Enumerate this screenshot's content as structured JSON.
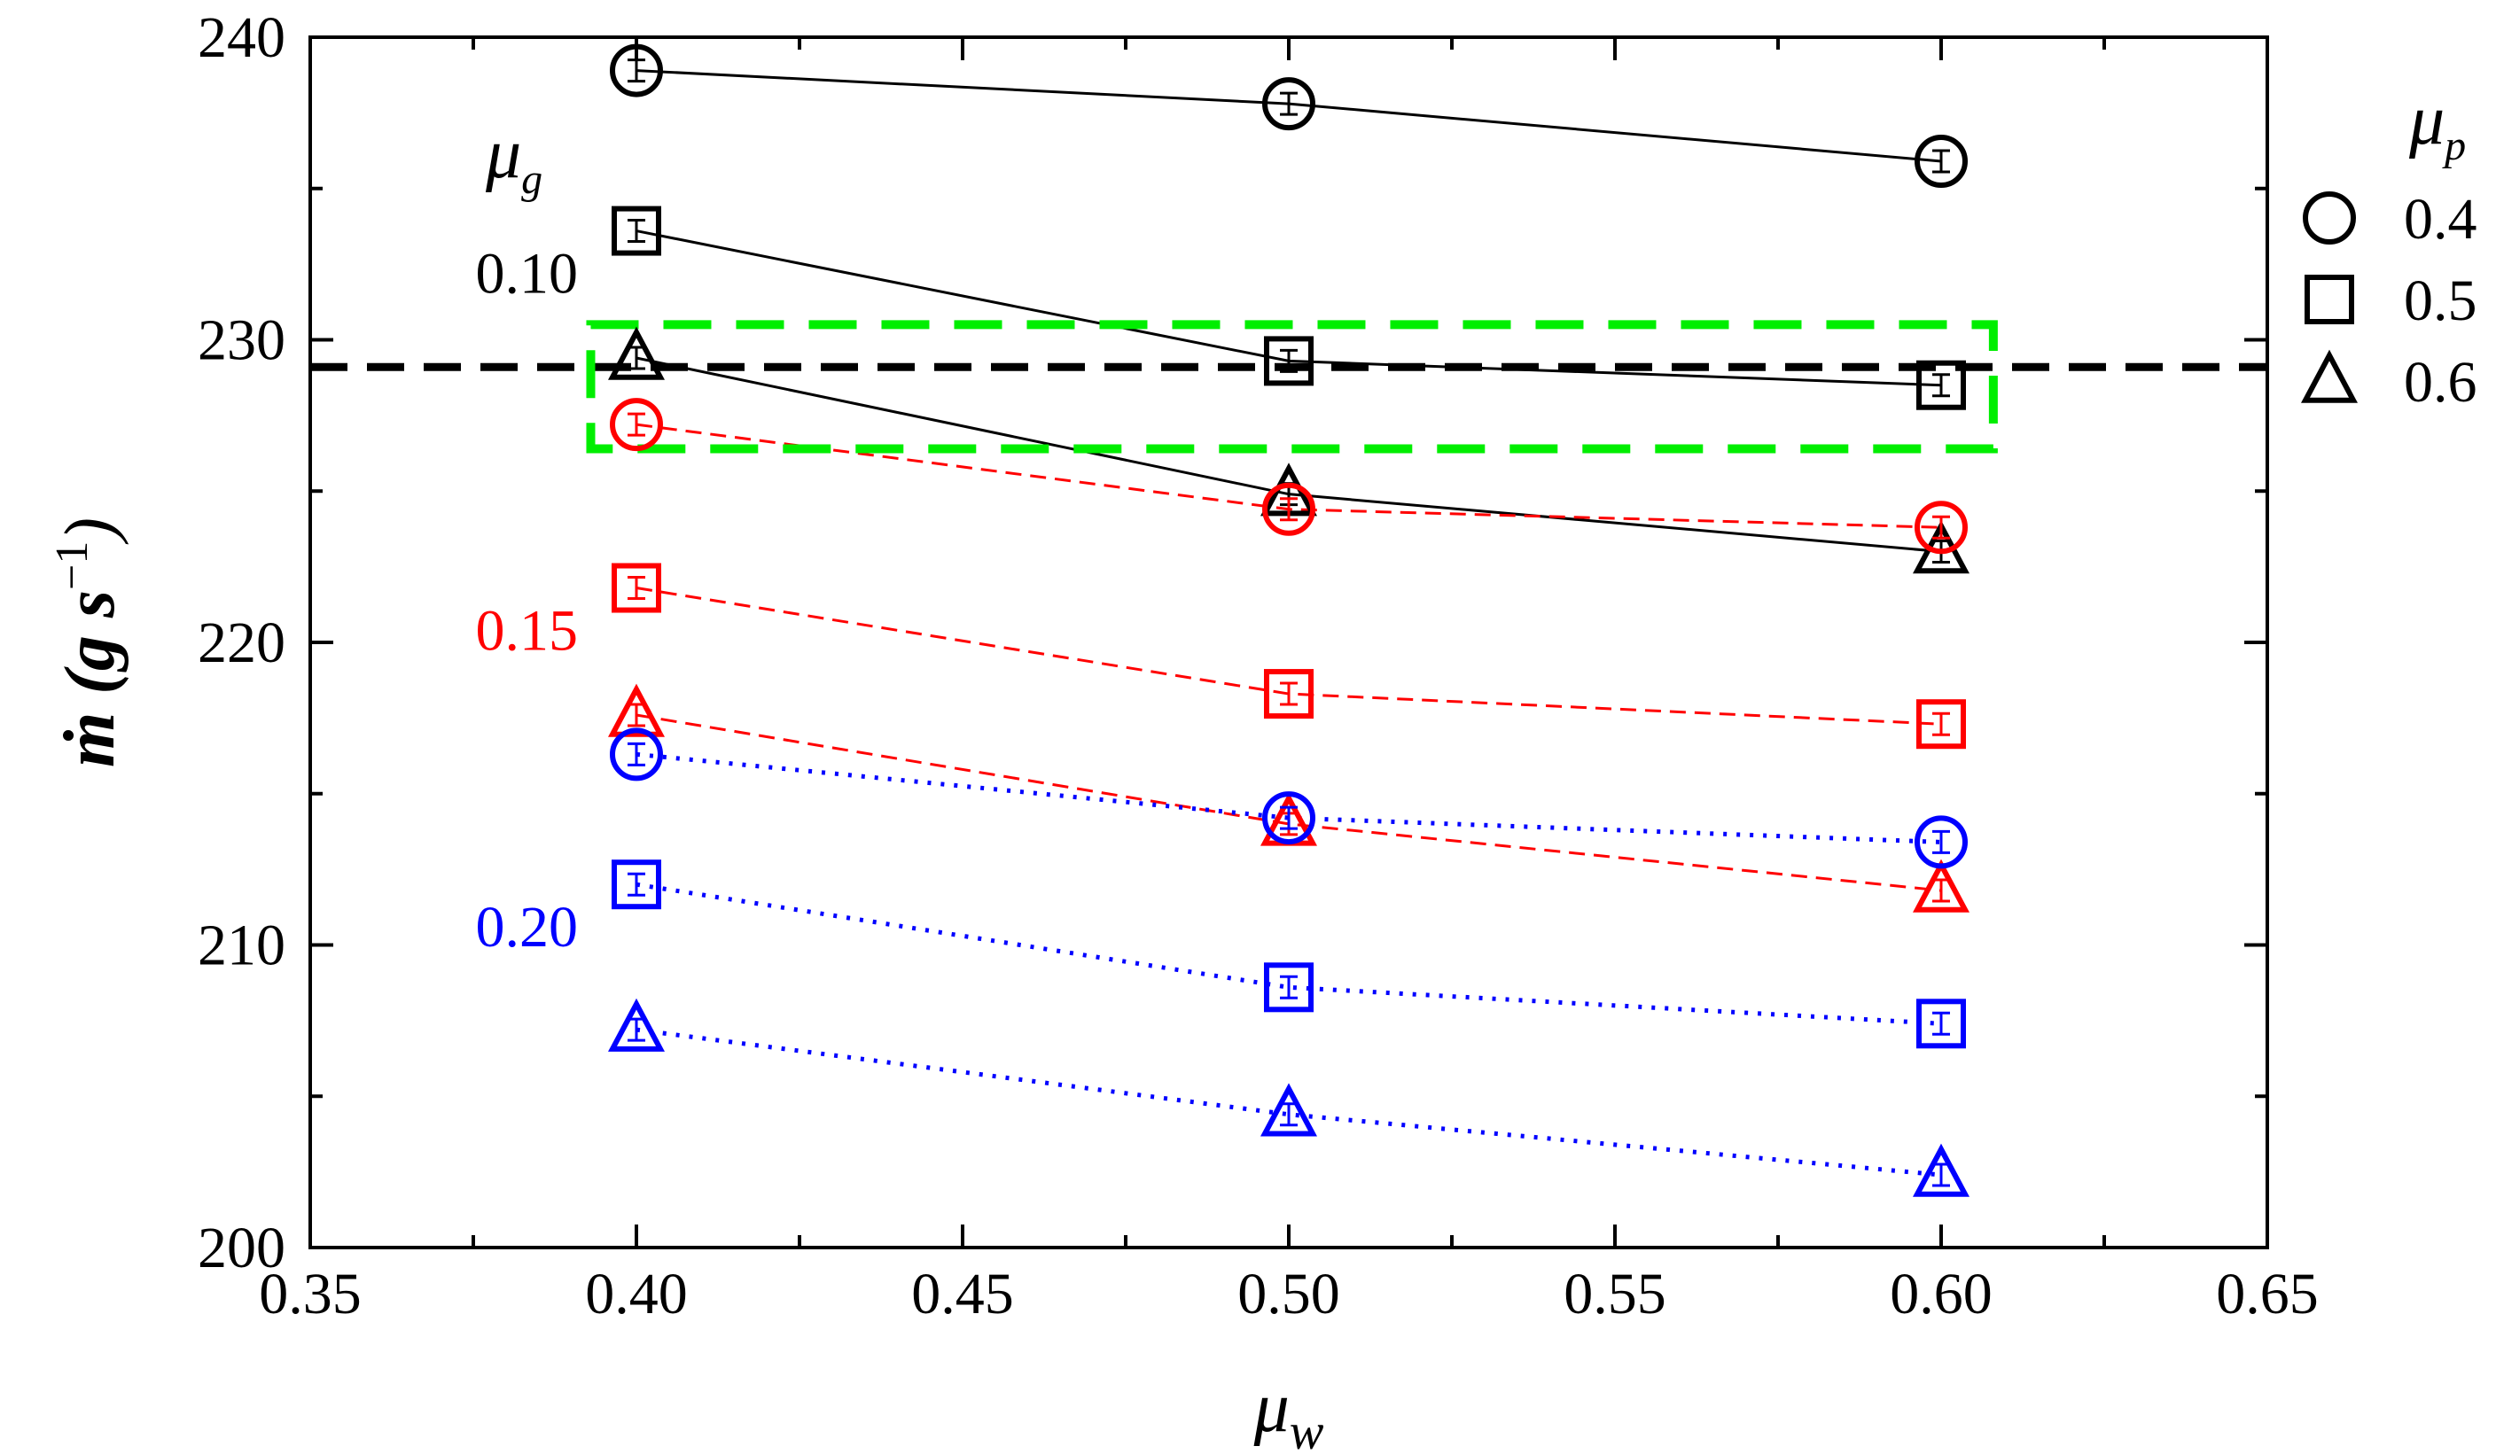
{
  "chart_data": {
    "type": "line",
    "xlabel": "μ",
    "xlabel_sub": "w",
    "ylabel": "ṁ (g s",
    "ylabel_sup": "−1",
    "ylabel_close": ")",
    "xlim": [
      0.35,
      0.65
    ],
    "ylim": [
      200,
      240
    ],
    "x_ticks": [
      "0.35",
      "0.40",
      "0.45",
      "0.50",
      "0.55",
      "0.60",
      "0.65"
    ],
    "y_ticks": [
      "200",
      "210",
      "220",
      "230",
      "240"
    ],
    "x": [
      0.4,
      0.5,
      0.6
    ],
    "group_title": "μ",
    "group_title_sub": "g",
    "legend_title": "μ",
    "legend_title_sub": "p",
    "legend_entries": [
      {
        "marker": "circle",
        "label": "0.4"
      },
      {
        "marker": "square",
        "label": "0.5"
      },
      {
        "marker": "triangle",
        "label": "0.6"
      }
    ],
    "groups": [
      {
        "label": "0.10",
        "color": "#000000",
        "line_style": "solid"
      },
      {
        "label": "0.15",
        "color": "#ff0000",
        "line_style": "dashed"
      },
      {
        "label": "0.20",
        "color": "#0000ff",
        "line_style": "dotted"
      }
    ],
    "series": [
      {
        "mu_g": "0.10",
        "mu_p": "0.4",
        "marker": "circle",
        "color": "#000000",
        "line_style": "solid",
        "values": [
          238.9,
          237.8,
          235.9
        ]
      },
      {
        "mu_g": "0.10",
        "mu_p": "0.5",
        "marker": "square",
        "color": "#000000",
        "line_style": "solid",
        "values": [
          233.6,
          229.3,
          228.5
        ]
      },
      {
        "mu_g": "0.10",
        "mu_p": "0.6",
        "marker": "triangle",
        "color": "#000000",
        "line_style": "solid",
        "values": [
          229.4,
          224.9,
          223.0
        ]
      },
      {
        "mu_g": "0.15",
        "mu_p": "0.4",
        "marker": "circle",
        "color": "#ff0000",
        "line_style": "dashed",
        "values": [
          227.2,
          224.4,
          223.8
        ]
      },
      {
        "mu_g": "0.15",
        "mu_p": "0.5",
        "marker": "square",
        "color": "#ff0000",
        "line_style": "dashed",
        "values": [
          221.8,
          218.3,
          217.3
        ]
      },
      {
        "mu_g": "0.15",
        "mu_p": "0.6",
        "marker": "triangle",
        "color": "#ff0000",
        "line_style": "dashed",
        "values": [
          217.6,
          214.0,
          211.8
        ]
      },
      {
        "mu_g": "0.20",
        "mu_p": "0.4",
        "marker": "circle",
        "color": "#0000ff",
        "line_style": "dotted",
        "values": [
          216.3,
          214.2,
          213.4
        ]
      },
      {
        "mu_g": "0.20",
        "mu_p": "0.5",
        "marker": "square",
        "color": "#0000ff",
        "line_style": "dotted",
        "values": [
          212.0,
          208.6,
          207.4
        ]
      },
      {
        "mu_g": "0.20",
        "mu_p": "0.6",
        "marker": "triangle",
        "color": "#0000ff",
        "line_style": "dotted",
        "values": [
          207.2,
          204.4,
          202.4
        ]
      }
    ],
    "reference_line": {
      "y": 229.1,
      "color": "#000000",
      "line_style": "dashed"
    },
    "highlight_box": {
      "x": [
        0.393,
        0.608
      ],
      "y": [
        226.4,
        230.5
      ],
      "color": "#00ee00",
      "line_style": "dashed"
    },
    "grid": false
  }
}
